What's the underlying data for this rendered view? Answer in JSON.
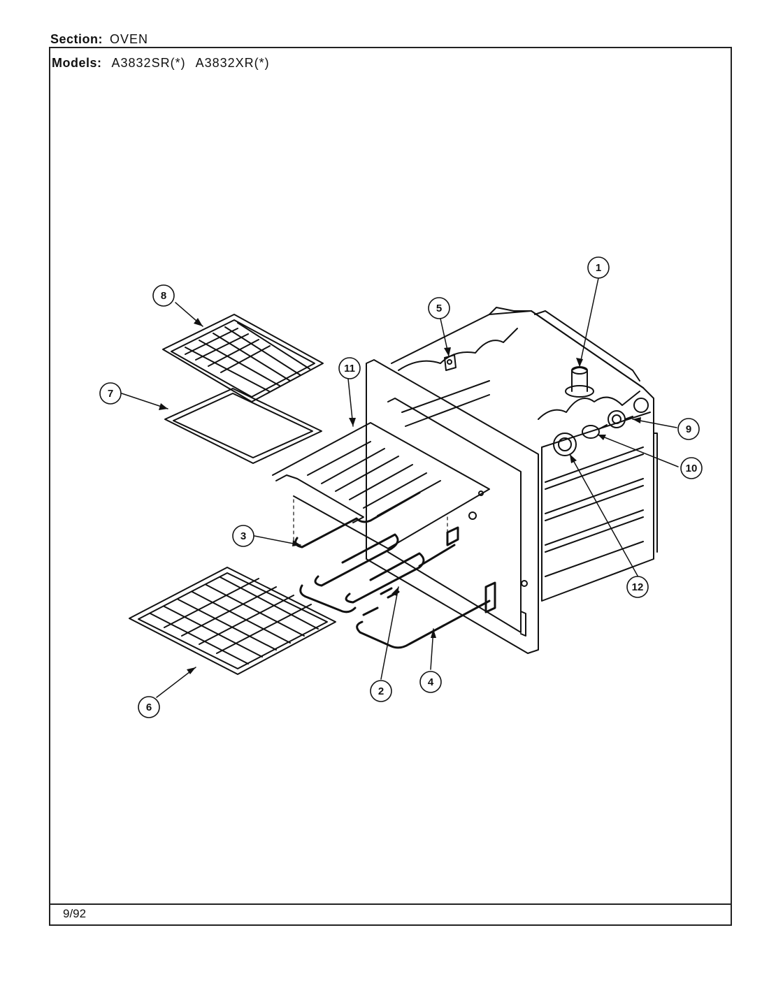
{
  "header": {
    "section_label": "Section:",
    "section_value": "OVEN",
    "models_label": "Models:",
    "models": [
      "A3832SR(*)",
      "A3832XR(*)"
    ]
  },
  "footer": {
    "date": "9/92"
  },
  "callouts": [
    "1",
    "2",
    "3",
    "4",
    "5",
    "6",
    "7",
    "8",
    "9",
    "10",
    "11",
    "12"
  ]
}
